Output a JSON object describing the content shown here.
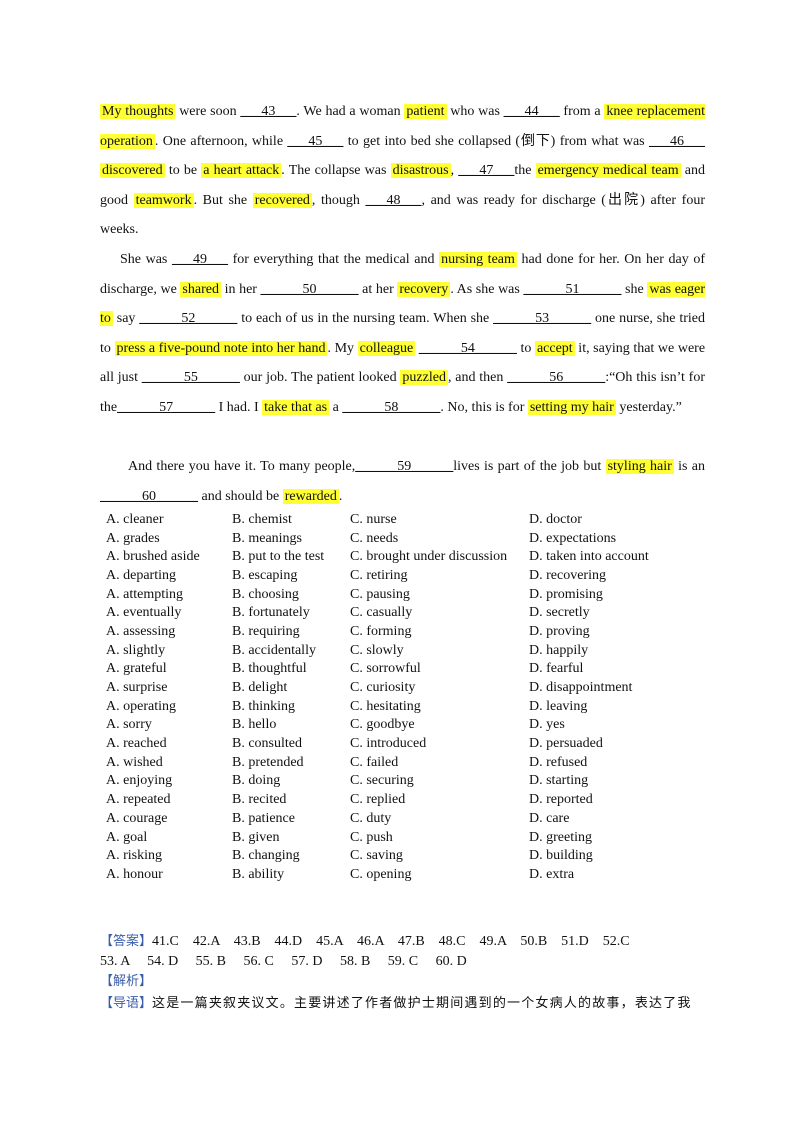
{
  "passage": {
    "p1": [
      {
        "t": "My thoughts",
        "h": 1
      },
      {
        "t": " were soon "
      },
      {
        "t": "___43___",
        "b": 1
      },
      {
        "t": ". We had a woman "
      },
      {
        "t": "patient",
        "h": 1
      },
      {
        "t": " who was "
      },
      {
        "t": "___44___",
        "b": 1
      },
      {
        "t": " from a "
      },
      {
        "t": "knee replacement operation",
        "h": 1
      },
      {
        "t": ". One afternoon, while "
      },
      {
        "t": "___45___",
        "b": 1
      },
      {
        "t": " to get into bed she collapsed (倒下) from what was "
      },
      {
        "t": "___46___",
        "b": 1
      },
      {
        "t": " "
      },
      {
        "t": "discovered",
        "h": 1
      },
      {
        "t": " to be "
      },
      {
        "t": "a heart attack",
        "h": 1
      },
      {
        "t": ". The collapse was "
      },
      {
        "t": "disastrous",
        "h": 1
      },
      {
        "t": ", "
      },
      {
        "t": "___47___",
        "b": 1
      },
      {
        "t": "the "
      },
      {
        "t": "emergency medical team",
        "h": 1
      },
      {
        "t": " and good "
      },
      {
        "t": "teamwork",
        "h": 1
      },
      {
        "t": ". But she "
      },
      {
        "t": "recovered",
        "h": 1
      },
      {
        "t": ", though "
      },
      {
        "t": "___48___",
        "b": 1
      },
      {
        "t": ", and was ready for discharge (出院) after four weeks."
      }
    ],
    "p2": [
      {
        "t": "She was "
      },
      {
        "t": "___49___",
        "b": 1
      },
      {
        "t": " for everything that the medical and "
      },
      {
        "t": "nursing team",
        "h": 1
      },
      {
        "t": " had done for her. On her day of discharge, we "
      },
      {
        "t": "shared",
        "h": 1
      },
      {
        "t": " in her "
      },
      {
        "t": "______50______",
        "b": 1
      },
      {
        "t": " at her "
      },
      {
        "t": "recovery",
        "h": 1
      },
      {
        "t": ". As she was "
      },
      {
        "t": "______51______",
        "b": 1
      },
      {
        "t": " she "
      },
      {
        "t": "was eager to",
        "h": 1
      },
      {
        "t": " say "
      },
      {
        "t": "______52______",
        "b": 1
      },
      {
        "t": " to each of us in the nursing team. When she "
      },
      {
        "t": "______53______",
        "b": 1
      },
      {
        "t": " one nurse, she tried to "
      },
      {
        "t": "press a five-pound note into her hand",
        "h": 1
      },
      {
        "t": ". My "
      },
      {
        "t": "colleague",
        "h": 1
      },
      {
        "t": " "
      },
      {
        "t": "______54______",
        "b": 1
      },
      {
        "t": " to "
      },
      {
        "t": "accept",
        "h": 1
      },
      {
        "t": " it, saying that we were all just "
      },
      {
        "t": "______55______",
        "b": 1
      },
      {
        "t": " our job. The patient looked "
      },
      {
        "t": "puzzled",
        "h": 1
      },
      {
        "t": ", and then "
      },
      {
        "t": "______56______",
        "b": 1
      },
      {
        "t": ":“Oh this isn’t for the"
      },
      {
        "t": "______57______",
        "b": 1
      },
      {
        "t": " I had. I "
      },
      {
        "t": "take that as",
        "h": 1
      },
      {
        "t": " a "
      },
      {
        "t": "______58______",
        "b": 1
      },
      {
        "t": ". No, this is for "
      },
      {
        "t": "setting my hair",
        "h": 1
      },
      {
        "t": " yesterday.”"
      }
    ],
    "p3": [
      {
        "t": "And there you have it. To many people,"
      },
      {
        "t": "______59______",
        "b": 1
      },
      {
        "t": "lives is part of the job but "
      },
      {
        "t": "styling hair",
        "h": 1
      },
      {
        "t": " is an "
      },
      {
        "t": "______60______",
        "b": 1
      },
      {
        "t": " and should be "
      },
      {
        "t": "rewarded",
        "h": 1
      },
      {
        "t": "."
      }
    ]
  },
  "options": [
    [
      "A. cleaner",
      "B. chemist",
      "C. nurse",
      "D. doctor"
    ],
    [
      "A. grades",
      "B. meanings",
      "C. needs",
      "D. expectations"
    ],
    [
      "A. brushed aside",
      "B. put to the test",
      "C. brought under discussion",
      "D. taken into account"
    ],
    [
      "A. departing",
      "B. escaping",
      "C. retiring",
      "D. recovering"
    ],
    [
      "A. attempting",
      "B. choosing",
      "C. pausing",
      "D. promising"
    ],
    [
      "A. eventually",
      "B. fortunately",
      "C. casually",
      "D. secretly"
    ],
    [
      "A. assessing",
      "B. requiring",
      "C. forming",
      "D. proving"
    ],
    [
      "A. slightly",
      "B. accidentally",
      "C. slowly",
      "D. happily"
    ],
    [
      "A. grateful",
      "B. thoughtful",
      "C. sorrowful",
      "D. fearful"
    ],
    [
      "A. surprise",
      "B. delight",
      "C. curiosity",
      "D. disappointment"
    ],
    [
      "A. operating",
      "B. thinking",
      "C. hesitating",
      "D. leaving"
    ],
    [
      "A. sorry",
      "B. hello",
      "C. goodbye",
      "D. yes"
    ],
    [
      "A. reached",
      "B. consulted",
      "C. introduced",
      "D. persuaded"
    ],
    [
      "A. wished",
      "B. pretended",
      "C. failed",
      "D. refused"
    ],
    [
      "A. enjoying",
      "B. doing",
      "C. securing",
      "D. starting"
    ],
    [
      "A. repeated",
      "B. recited",
      "C. replied",
      "D. reported"
    ],
    [
      "A. courage",
      "B. patience",
      "C. duty",
      "D. care"
    ],
    [
      "A. goal",
      "B. given",
      "C. push",
      "D. greeting"
    ],
    [
      "A. risking",
      "B. changing",
      "C. saving",
      "D. building"
    ],
    [
      "A. honour",
      "B. ability",
      "C. opening",
      "D. extra"
    ]
  ],
  "answer_section": {
    "label": "【答案】",
    "line1": "41.C    42.A    43.B    44.D    45.A    46.A    47.B    48.C    49.A    50.B    51.D    52.C",
    "line2": "53. A     54. D     55. B     56. C     57. D     58. B     59. C     60. D",
    "analysis_label": "【解析】",
    "guide_label": "【导语】",
    "guide_text": "这是一篇夹叙夹议文。主要讲述了作者做护士期间遇到的一个女病人的故事，表达了我"
  },
  "colors": {
    "highlight": "#ffff33",
    "bracket": "#3a5da8"
  }
}
